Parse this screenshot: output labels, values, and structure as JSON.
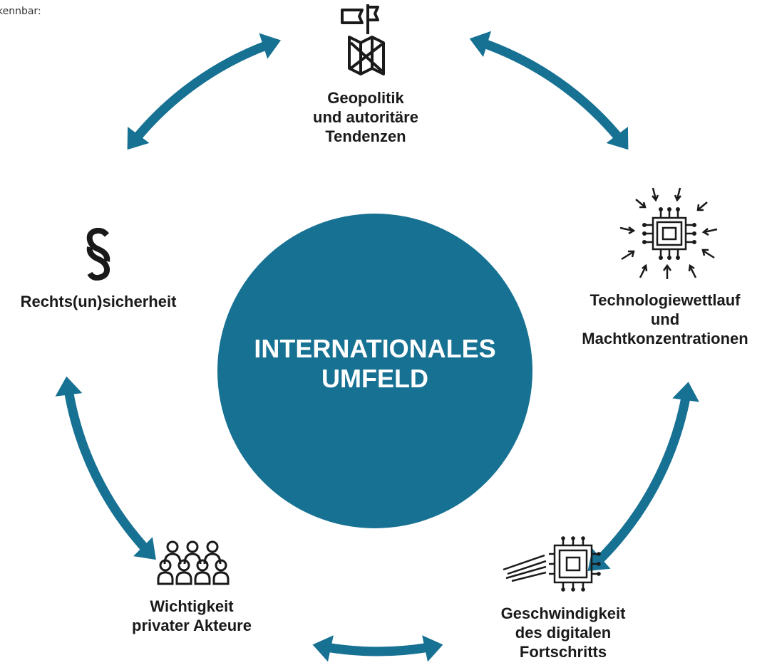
{
  "header": {
    "fragment_text": "kennbar:"
  },
  "center": {
    "title": "INTERNATIONALES\nUMFELD"
  },
  "colors": {
    "accent": "#177193",
    "icon": "#1a1a1a",
    "text": "#1a1a1a"
  },
  "nodes": [
    {
      "id": "geopolitik",
      "icon": "flag-map-icon",
      "lines": [
        "Geopolitik",
        "und autoritäre",
        "Tendenzen"
      ]
    },
    {
      "id": "technologie",
      "icon": "chip-arrows-in-icon",
      "lines": [
        "Technologiewettlauf",
        "und",
        "Machtkonzentrationen"
      ]
    },
    {
      "id": "geschwindigkeit",
      "icon": "speeding-chip-icon",
      "lines": [
        "Geschwindigkeit",
        "des digitalen",
        "Fortschritts"
      ]
    },
    {
      "id": "private",
      "icon": "people-group-icon",
      "lines": [
        "Wichtigkeit",
        "privater Akteure"
      ]
    },
    {
      "id": "recht",
      "icon": "paragraph-icon",
      "lines": [
        "Rechts(un)sicherheit"
      ]
    }
  ]
}
